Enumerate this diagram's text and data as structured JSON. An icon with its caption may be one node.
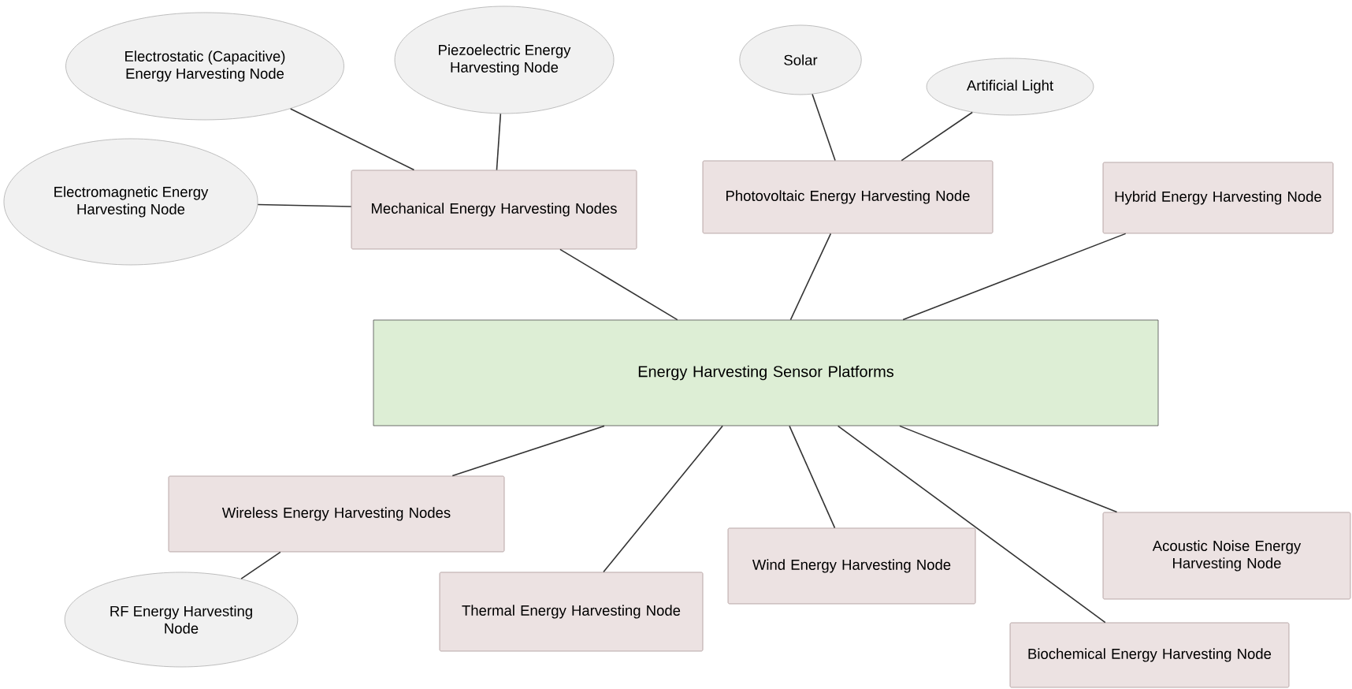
{
  "diagram": {
    "nodes": [
      {
        "text": [
          "Energy Harvesting Sensor Platforms"
        ]
      },
      {
        "text": [
          "Electrostatic (Capacitive) Energy Harvesting Node"
        ]
      },
      {
        "text": [
          "Piezoelectric Energy Harvesting Node"
        ]
      },
      {
        "text": [
          "Solar"
        ]
      },
      {
        "text": [
          "Artificial Light"
        ]
      },
      {
        "text": [
          "Electromagnetic Energy Harvesting Node"
        ]
      },
      {
        "text": [
          "Mechanical Energy Harvesting Nodes"
        ]
      },
      {
        "text": [
          "Photovoltaic Energy Harvesting Node"
        ]
      },
      {
        "text": [
          "Hybrid Energy Harvesting Node"
        ]
      },
      {
        "text": [
          "Wireless Energy Harvesting Nodes"
        ]
      },
      {
        "text": [
          "Thermal Energy Harvesting Node"
        ]
      },
      {
        "text": [
          "Wind Energy Harvesting Node"
        ]
      },
      {
        "text": [
          "Acoustic Noise Energy Harvesting Node"
        ]
      },
      {
        "text": [
          "RF Energy Harvesting Node"
        ]
      },
      {
        "text": [
          "Biochemical Energy Harvesting Node"
        ]
      }
    ],
    "edges": [
      {
        "from": 6,
        "to": 1,
        "arrow": "none"
      },
      {
        "from": 6,
        "to": 2,
        "arrow": "none"
      },
      {
        "from": 6,
        "to": 5,
        "arrow": "none"
      },
      {
        "from": 7,
        "to": 3,
        "arrow": "none"
      },
      {
        "from": 7,
        "to": 4,
        "arrow": "none"
      },
      {
        "from": 0,
        "to": 6,
        "arrow": "none"
      },
      {
        "from": 0,
        "to": 7,
        "arrow": "none"
      },
      {
        "from": 0,
        "to": 8,
        "arrow": "none"
      },
      {
        "from": 0,
        "to": 9,
        "arrow": "none"
      },
      {
        "from": 0,
        "to": 10,
        "arrow": "none"
      },
      {
        "from": 0,
        "to": 11,
        "arrow": "none"
      },
      {
        "from": 0,
        "to": 12,
        "arrow": "none"
      },
      {
        "from": 0,
        "to": 14,
        "arrow": "none"
      },
      {
        "from": 9,
        "to": 13,
        "arrow": "none"
      }
    ]
  }
}
